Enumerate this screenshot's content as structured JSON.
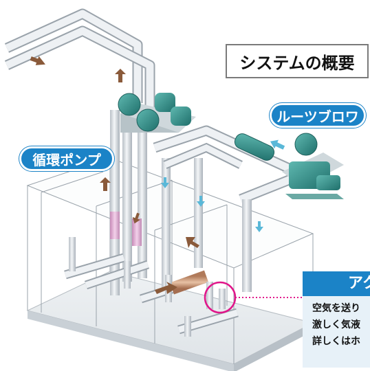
{
  "title": "システムの概要",
  "labels": {
    "blower": "ルーツブロワ",
    "pump": "循環ポンプ"
  },
  "info_panel": {
    "heading": "アク",
    "lines": [
      "空気を送り",
      "激しく気液",
      "詳しくはホ"
    ]
  },
  "colors": {
    "accent_blue": "#1b83c7",
    "highlight_magenta": "#e0168a",
    "equipment_teal": "#2f8f8a",
    "pipe_gray": "#d6dbe0",
    "arrow_brown": "#8a5a3a",
    "arrow_cyan": "#5ab8d8"
  },
  "icons": [
    "pump-icon",
    "blower-icon",
    "flow-arrow-icon",
    "highlight-circle-icon"
  ]
}
